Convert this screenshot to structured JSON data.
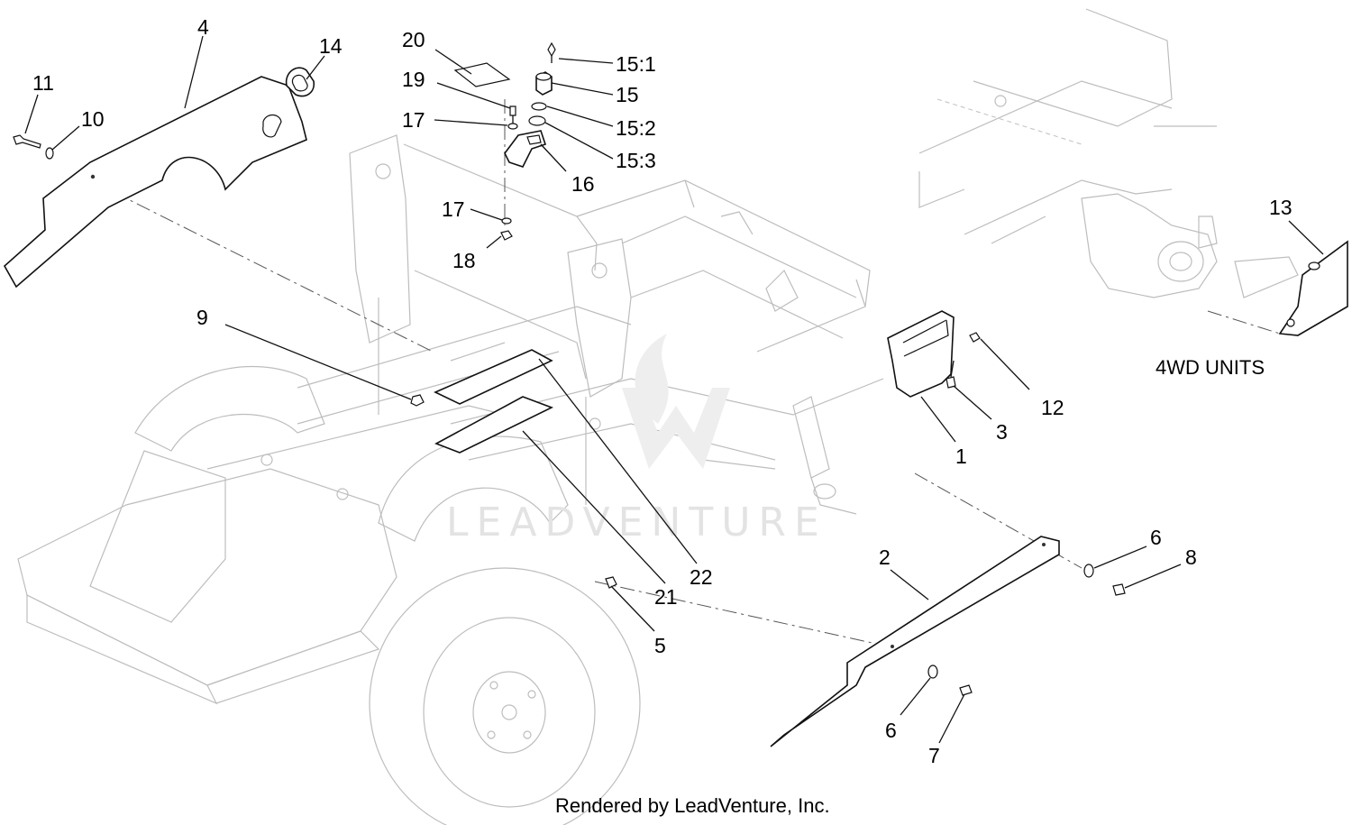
{
  "diagram": {
    "callouts": [
      {
        "id": "c1",
        "text": "1"
      },
      {
        "id": "c2",
        "text": "2"
      },
      {
        "id": "c3",
        "text": "3"
      },
      {
        "id": "c4",
        "text": "4"
      },
      {
        "id": "c5",
        "text": "5"
      },
      {
        "id": "c6a",
        "text": "6"
      },
      {
        "id": "c6b",
        "text": "6"
      },
      {
        "id": "c7",
        "text": "7"
      },
      {
        "id": "c8",
        "text": "8"
      },
      {
        "id": "c9",
        "text": "9"
      },
      {
        "id": "c10",
        "text": "10"
      },
      {
        "id": "c11",
        "text": "11"
      },
      {
        "id": "c12",
        "text": "12"
      },
      {
        "id": "c13",
        "text": "13"
      },
      {
        "id": "c14",
        "text": "14"
      },
      {
        "id": "c15",
        "text": "15"
      },
      {
        "id": "c15_1",
        "text": "15:1"
      },
      {
        "id": "c15_2",
        "text": "15:2"
      },
      {
        "id": "c15_3",
        "text": "15:3"
      },
      {
        "id": "c16",
        "text": "16"
      },
      {
        "id": "c17a",
        "text": "17"
      },
      {
        "id": "c17b",
        "text": "17"
      },
      {
        "id": "c18",
        "text": "18"
      },
      {
        "id": "c19",
        "text": "19"
      },
      {
        "id": "c20",
        "text": "20"
      },
      {
        "id": "c21",
        "text": "21"
      },
      {
        "id": "c22",
        "text": "22"
      }
    ],
    "inset_label": "4WD UNITS",
    "watermark": "LEADVENTURE",
    "credit": "Rendered by LeadVenture, Inc."
  }
}
